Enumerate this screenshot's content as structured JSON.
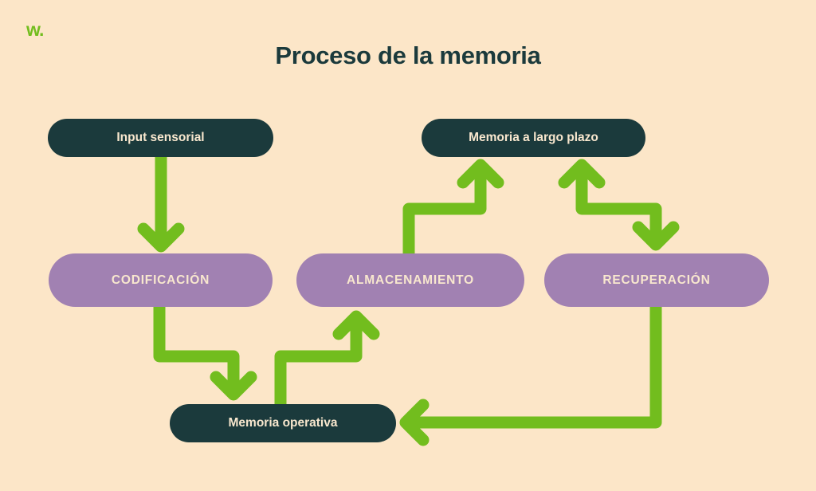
{
  "logo": {
    "text": "w."
  },
  "title": "Proceso de la memoria",
  "colors": {
    "background": "#FCE6C8",
    "green": "#72BD1E",
    "dark_teal": "#1B3A3C",
    "purple": "#A181B2",
    "pill_text": "#F8E7CE",
    "title_text": "#1B3A3C"
  },
  "nodes": [
    {
      "id": "input-sensorial",
      "label": "Input sensorial",
      "variant": "dark"
    },
    {
      "id": "memoria-a-largo-plazo",
      "label": "Memoria a largo plazo",
      "variant": "dark"
    },
    {
      "id": "codificacion",
      "label": "CODIFICACIÓN",
      "variant": "purple"
    },
    {
      "id": "almacenamiento",
      "label": "ALMACENAMIENTO",
      "variant": "purple"
    },
    {
      "id": "recuperacion",
      "label": "RECUPERACIÓN",
      "variant": "purple"
    },
    {
      "id": "memoria-operativa",
      "label": "Memoria operativa",
      "variant": "dark"
    }
  ],
  "edges": [
    {
      "from": "input-sensorial",
      "to": "codificacion",
      "bidirectional": false
    },
    {
      "from": "codificacion",
      "to": "memoria-operativa",
      "bidirectional": false
    },
    {
      "from": "memoria-operativa",
      "to": "almacenamiento",
      "bidirectional": false
    },
    {
      "from": "almacenamiento",
      "to": "memoria-a-largo-plazo",
      "bidirectional": false
    },
    {
      "from": "memoria-a-largo-plazo",
      "to": "recuperacion",
      "bidirectional": true
    },
    {
      "from": "recuperacion",
      "to": "memoria-operativa",
      "bidirectional": false
    }
  ]
}
